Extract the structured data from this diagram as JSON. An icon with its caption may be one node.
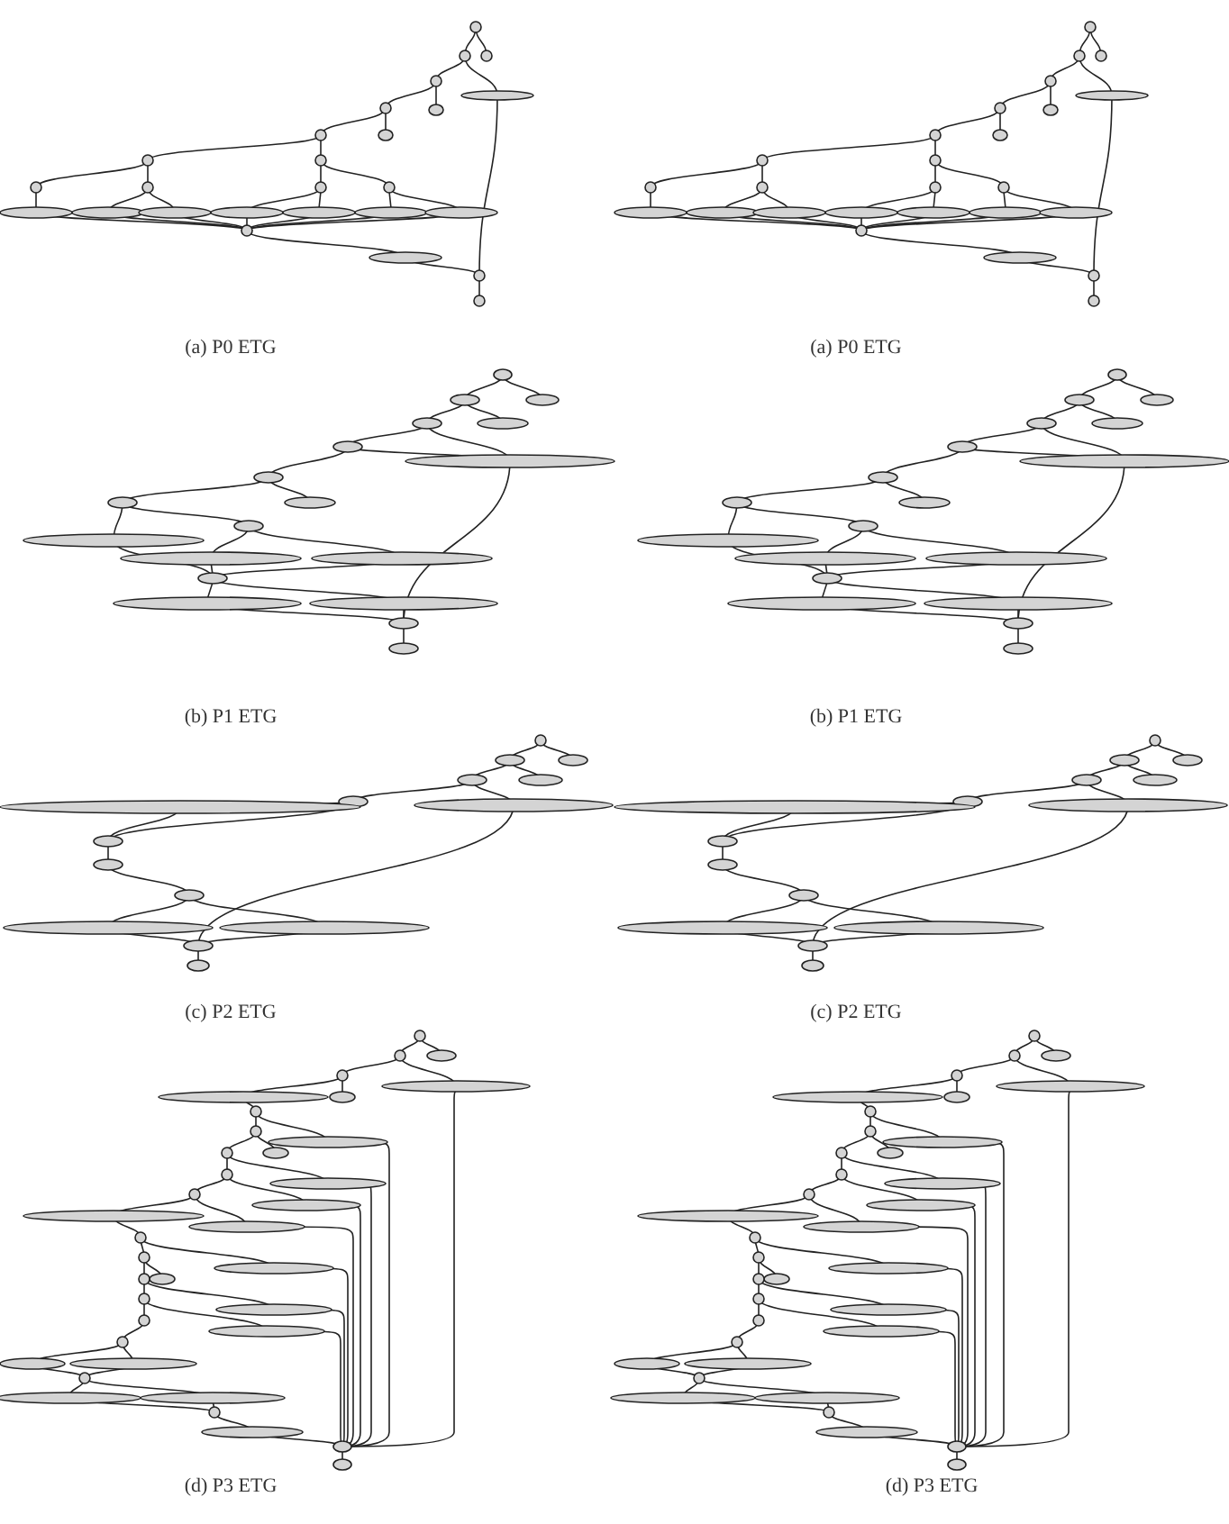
{
  "diagram": {
    "labels": [
      "(a) P0 ETG",
      "(a) P0 ETG",
      "(b) P1 ETG",
      "(b) P1 ETG",
      "(c) P2 ETG",
      "(c) P2 ETG",
      "(d) P3 ETG",
      "(d) P3 ETG"
    ]
  }
}
